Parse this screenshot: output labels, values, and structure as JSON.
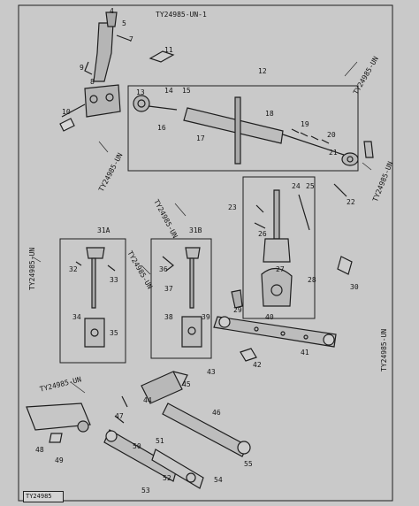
{
  "refs": {
    "top_a": "TY24985-UN-1",
    "top_b": "TY24985-UN",
    "left_a": "TY24985-UN",
    "left_b": "TY24985-UN",
    "mid_a": "TY24985-UN",
    "mid_b": "TY24985-UN",
    "bottom_left": "TY24985-UN",
    "right_mid": "TY24985-UN",
    "right_lower": "TY24985-UN",
    "stamp": "TY24985"
  },
  "callouts": {
    "c1": "4",
    "c2": "5",
    "c3": "7",
    "c4": "9",
    "c5": "8",
    "c6": "10",
    "c7": "11",
    "c8": "12",
    "c9": "13",
    "c10": "14",
    "c11": "15",
    "c12": "16",
    "c13": "17",
    "c14": "18",
    "c15": "19",
    "c16": "20",
    "c17": "21",
    "c18": "22",
    "c19": "23",
    "c20": "24",
    "c21": "25",
    "c22": "26",
    "c23": "27",
    "c24": "28",
    "c25": "29",
    "c26": "30",
    "c27": "31A",
    "c28": "31B",
    "c29": "32",
    "c30": "33",
    "c31": "34",
    "c32": "35",
    "c33": "36",
    "c34": "37",
    "c35": "38",
    "c36": "39",
    "c37": "40",
    "c38": "41",
    "c39": "42",
    "c40": "43",
    "c41": "44",
    "c42": "45",
    "c43": "46",
    "c44": "47",
    "c45": "48",
    "c46": "49",
    "c47": "50",
    "c48": "51",
    "c49": "52",
    "c50": "53",
    "c51": "54",
    "c52": "55"
  }
}
